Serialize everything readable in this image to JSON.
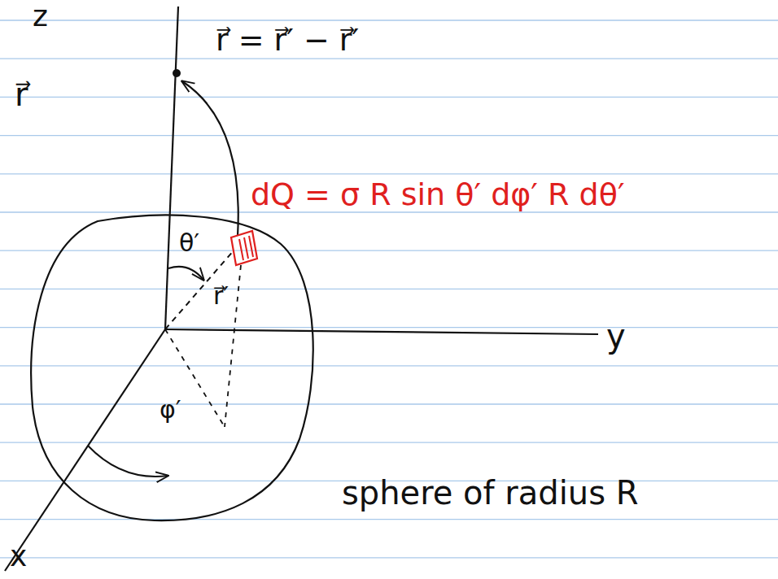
{
  "diagram": {
    "labels": [
      "z",
      "r⃗",
      "r⃗ = r⃗′ − r⃗′",
      "dQ = σ R sin θ′ dφ′ R dθ′",
      "θ′",
      "r⃗′",
      "y",
      "φ′",
      "x",
      "sphere of radius R"
    ]
  }
}
